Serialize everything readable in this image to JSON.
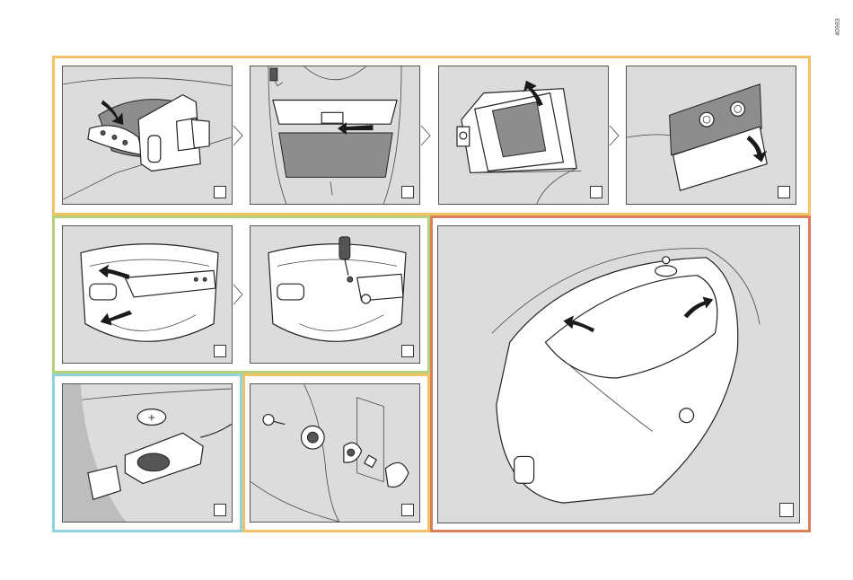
{
  "doc_id": "40983",
  "colors": {
    "group_top": "#f3c265",
    "group_middle_left": "#b7d37a",
    "group_bottom_left_battery": "#8fd3de",
    "group_bottom_left_knob": "#f3c265",
    "group_large": "#d9805a",
    "panel_bg": "#dcdcdc"
  },
  "steps": [
    {
      "id": 1,
      "icon": "headband-adjust-illustration"
    },
    {
      "id": 2,
      "icon": "cover-lens-slide-out-illustration"
    },
    {
      "id": 3,
      "icon": "filter-cassette-lift-illustration"
    },
    {
      "id": 4,
      "icon": "filter-lens-remove-illustration"
    },
    {
      "id": 5,
      "icon": "headgear-release-illustration"
    },
    {
      "id": 6,
      "icon": "headgear-screw-illustration"
    },
    {
      "id": 7,
      "icon": "battery-replace-illustration"
    },
    {
      "id": 8,
      "icon": "side-knob-assembly-illustration"
    },
    {
      "id": 9,
      "icon": "helmet-headgear-fit-illustration"
    }
  ]
}
